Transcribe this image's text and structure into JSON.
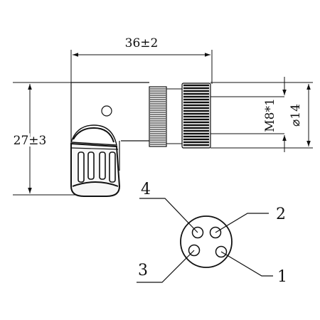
{
  "dimensions": {
    "length": "36±2",
    "height": "27±3",
    "thread": "M8*1",
    "diameter": "⌀14"
  },
  "pins": [
    {
      "number": "4"
    },
    {
      "number": "2"
    },
    {
      "number": "3"
    },
    {
      "number": "1"
    }
  ]
}
